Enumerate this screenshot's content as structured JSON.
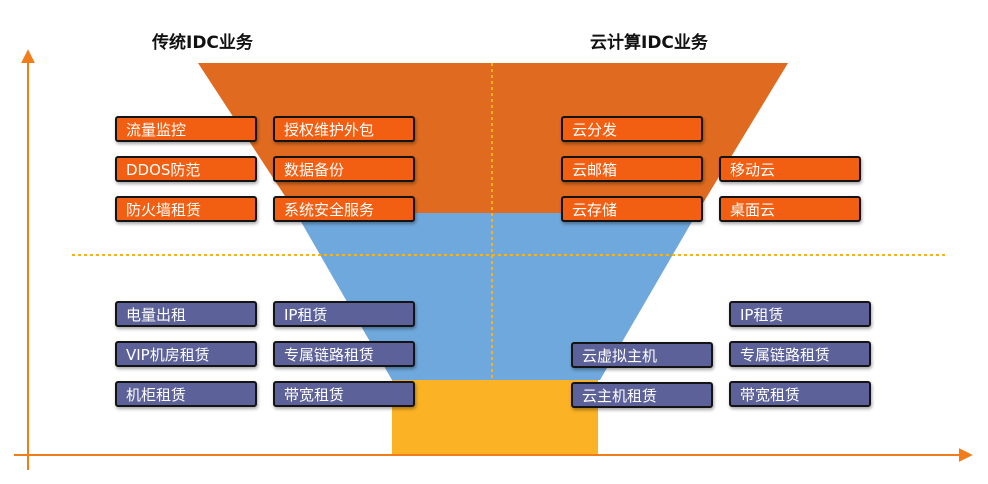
{
  "headings": {
    "traditional": "传统IDC业务",
    "cloud": "云计算IDC业务"
  },
  "colors": {
    "funnel_top": "#e06b20",
    "funnel_middle": "#6fa8dc",
    "funnel_bottom": "#fbb225",
    "axis": "#f07d1a",
    "divider": "#f5b21a",
    "box_orange": "#f25f12",
    "box_purple": "#5d6199"
  },
  "traditional_value_added": [
    "流量监控",
    "授权维护外包",
    "DDOS防范",
    "数据备份",
    "防火墙租赁",
    "系统安全服务"
  ],
  "cloud_value_added": [
    "云分发",
    "云邮箱",
    "移动云",
    "云存储",
    "桌面云"
  ],
  "traditional_basic": [
    "电量出租",
    "IP租赁",
    "VIP机房租赁",
    "专属链路租赁",
    "机柜租赁",
    "带宽租赁"
  ],
  "cloud_basic": [
    "IP租赁",
    "云虚拟主机",
    "专属链路租赁",
    "云主机租赁",
    "带宽租赁"
  ]
}
